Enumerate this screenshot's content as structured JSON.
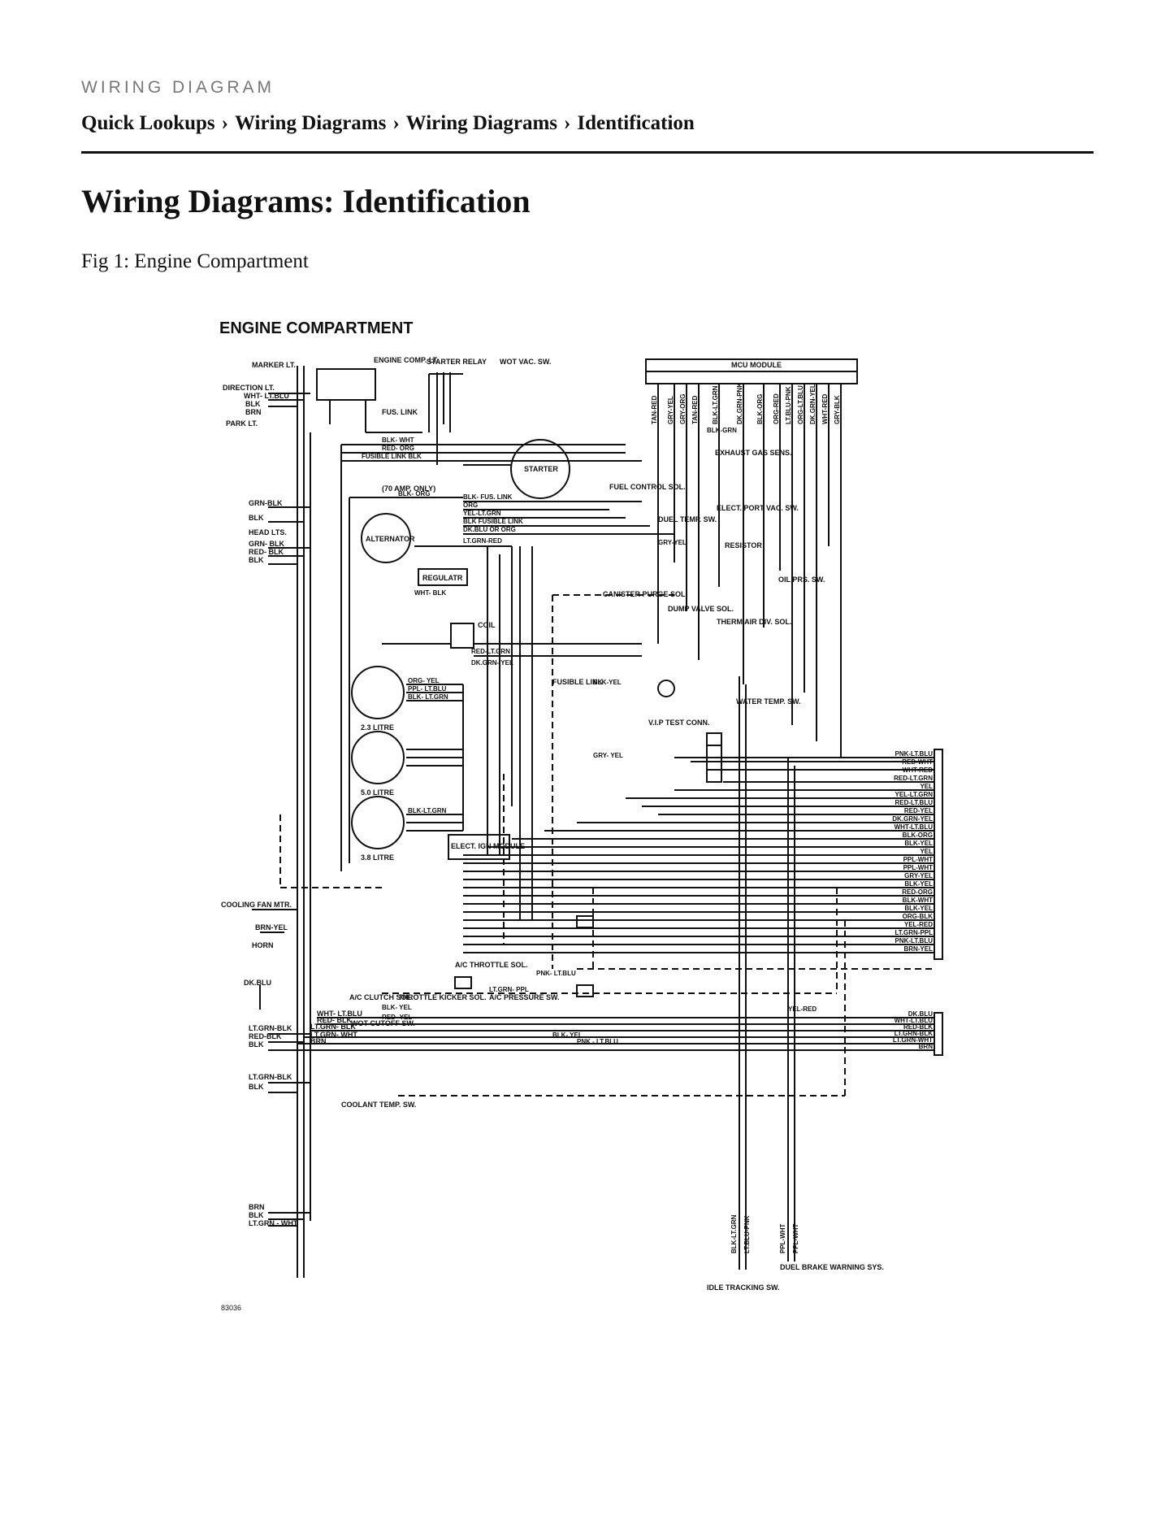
{
  "header": {
    "eyebrow": "WIRING DIAGRAM",
    "breadcrumb": [
      "Quick Lookups",
      "Wiring Diagrams",
      "Wiring Diagrams",
      "Identification"
    ],
    "separator": "›"
  },
  "page": {
    "title": "Wiring Diagrams: Identification",
    "figure_caption": "Fig 1: Engine Compartment"
  },
  "diagram": {
    "heading": "ENGINE COMPARTMENT",
    "figure_number": "83036",
    "labels": {
      "marker_lt": "MARKER LT.",
      "direction_lt": "DIRECTION LT.",
      "park_lt": "PARK LT.",
      "head_lts": "HEAD LTS.",
      "engine_comp_lt": "ENGINE COMP. LT.",
      "starter_relay": "STARTER RELAY",
      "wot_vac_sw": "WOT VAC. SW.",
      "mcu_module": "MCU MODULE",
      "starter": "STARTER",
      "alternator": "ALTERNATOR",
      "regulator": "REGULATR",
      "amp_only": "(70 AMP. ONLY)",
      "coil": "COIL",
      "exhaust_gas_sens": "EXHAUST GAS SENS.",
      "elect_port_vac_sw": "ELECT. PORT VAC. SW.",
      "duel_temp_sw": "DUEL TEMP. SW.",
      "fuel_control_sol": "FUEL CONTROL SOL.",
      "resistor": "RESISTOR",
      "canister_purge_sol": "CANISTER PURGE SOL.",
      "dump_valve_sol": "DUMP VALVE SOL.",
      "therm_air_div_sol": "THERM AIR DIV. SOL.",
      "oil_prs_sw": "OIL PRS. SW.",
      "vip_test_conn": "V.I.P TEST CONN.",
      "water_temp_sw": "WATER TEMP. SW.",
      "litre_23": "2.3 LITRE",
      "litre_50": "5.0 LITRE",
      "litre_38": "3.8 LITRE",
      "elect_ign_module": "ELECT. IGN MODULE",
      "cooling_fan_mtr": "COOLING FAN MTR.",
      "horn": "HORN",
      "ac_throttle_sol": "A/C THROTTLE SOL.",
      "ac_clutch_sol": "A/C CLUTCH SOL.",
      "throttle_kicker_sol": "THROTTLE KICKER SOL.",
      "ac_pressure_sw": "A/C PRESSURE SW.",
      "wot_cutoff_sw": "WOT CUTOFF SW.",
      "coolant_temp_sw": "COOLANT TEMP. SW.",
      "idle_tracking_sw": "IDLE TRACKING SW.",
      "duel_brake_warning": "DUEL BRAKE WARNING SYS.",
      "fusible_link": "FUSIBLE LINK",
      "fus_link": "FUS. LINK"
    },
    "left_wires": {
      "direction": [
        "WHT- LT.BLU",
        "BLK",
        "BRN"
      ],
      "head_upper_1": [
        "GRN-BLK",
        "BLK"
      ],
      "head_upper_2": [
        "GRN- BLK",
        "RED- BLK",
        "BLK"
      ],
      "head_lower_1": [
        "LT.GRN-BLK",
        "RED-BLK",
        "BLK"
      ],
      "head_lower_2": [
        "LT.GRN-BLK",
        "BLK"
      ],
      "park_lower": [
        "BRN",
        "BLK",
        "LT.GRN - WHT"
      ],
      "fan": "BRN-YEL",
      "horn": "DK.BLU"
    },
    "mcu_wires": [
      "TAN-RED",
      "GRY-YEL",
      "GRY-ORG",
      "TAN-RED",
      "BLK-LT.GRN",
      "DK.GRN-PNK",
      "BLK-ORG",
      "ORG-RED",
      "LT.BLU-PNK",
      "ORG-LT.BLU",
      "DK.GRN-YEL",
      "WHT-RED",
      "GRY-BLK"
    ],
    "right_connector_top": [
      "PNK-LT.BLU",
      "RED-WHT",
      "WHT-RED",
      "RED-LT.GRN",
      "YEL",
      "YEL-LT.GRN",
      "RED-LT.BLU",
      "RED-YEL",
      "DK.GRN-YEL",
      "WHT-LT.BLU",
      "BLK-ORG",
      "BLK-YEL",
      "YEL",
      "PPL-WHT",
      "PPL-WHT",
      "GRY-YEL",
      "BLK-YEL",
      "RED-ORG",
      "BLK-WHT",
      "BLK-YEL",
      "ORG-BLK",
      "YEL-RED",
      "LT.GRN-PPL",
      "PNK-LT.BLU",
      "BRN-YEL"
    ],
    "right_connector_bottom": [
      "DK.BLU",
      "WHT-LT.BLU",
      "RED-BLK",
      "LT.GRN-BLK",
      "LT.GRN-WHT",
      "BRN"
    ],
    "bottom_left_wires": [
      "WHT- LT.BLU",
      "RED- BLK",
      "LT.GRN- BLK",
      "LT.GRN- WHT",
      "BRN"
    ],
    "center_wires": [
      "BLK- WHT",
      "RED- ORG",
      "FUSIBLE LINK BLK",
      "BLK- ORG",
      "BLK- FUS. LINK",
      "ORG",
      "YEL-LT.GRN",
      "BLK FUSIBLE LINK",
      "DK.BLU OR ORG",
      "LT.GRN-RED",
      "BLK-GRN",
      "GRY-YEL",
      "WHT- BLK",
      "RED-LT.GRN",
      "DK.GRN- YEL",
      "ORG- YEL",
      "PPL- LT.BLU",
      "BLK- LT.GRN",
      "BLK-YEL",
      "BLK-LT.GRN",
      "PNK- LT.BLU",
      "LT.GRN- PPL",
      "BLK- YEL",
      "RED- YEL",
      "YEL-RED",
      "BLK- YEL",
      "PNK - LT.BLU",
      "GRY- YEL"
    ],
    "bottom_wires": [
      "BLK-LT.GRN",
      "LT.BLU-PNK",
      "PPL-WHT",
      "PPL-WHT"
    ]
  }
}
